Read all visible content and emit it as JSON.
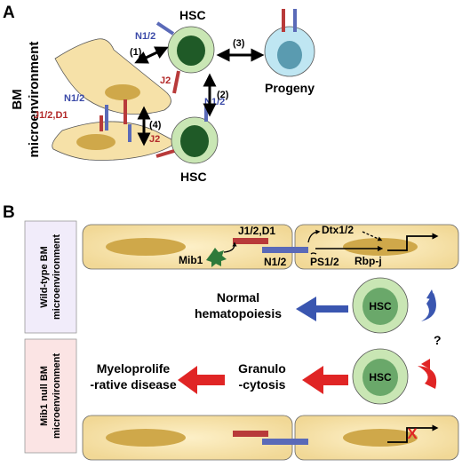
{
  "panel_a": {
    "label": "A",
    "microenvironment_label_1": "BM",
    "microenvironment_label_2": "microenvironment",
    "hsc_top": "HSC",
    "hsc_bottom": "HSC",
    "progeny": "Progeny",
    "n12_top": "N1/2",
    "n12_bottom": "N1/2",
    "n12_stroma": "N1/2",
    "j2_top": "J2",
    "j2_bottom": "J2",
    "ligands_stroma": "J1/2,D1",
    "arrow_1": "(1)",
    "arrow_2": "(2)",
    "arrow_3": "(3)",
    "arrow_4": "(4)"
  },
  "panel_b": {
    "label": "B",
    "wildtype_label_1": "Wild-type BM",
    "wildtype_label_2": "microenvironment",
    "mib1null_label_1": "Mib1 null BM",
    "mib1null_label_2": "microenvironment",
    "ligand": "J1/2,D1",
    "receptor": "N1/2",
    "mib1": "Mib1",
    "dtx": "Dtx1/2",
    "ps": "PS1/2",
    "rbpj": "Rbp-j",
    "hsc_1": "HSC",
    "hsc_2": "HSC",
    "normal_1": "Normal",
    "normal_2": "hematopoiesis",
    "question": "?",
    "granulo_1": "Granulo",
    "granulo_2": "-cytosis",
    "myelo_1": "Myeloprolife",
    "myelo_2": "-rative disease",
    "blocked_mark": "X"
  },
  "colors": {
    "notch_receptor": "#5a6ab8",
    "ligand": "#b83a3a",
    "hsc_outer": "#c9e6b4",
    "hsc_nucleus": "#1f5a27",
    "progeny_outer": "#bfe6f2",
    "progeny_nucleus": "#5a9bb0",
    "stroma": "#f6e1a8",
    "stroma_nucleus": "#cfa84a",
    "blue_arrow": "#3a56b0",
    "red_arrow": "#e02525",
    "mib1": "#2e7a3a"
  }
}
